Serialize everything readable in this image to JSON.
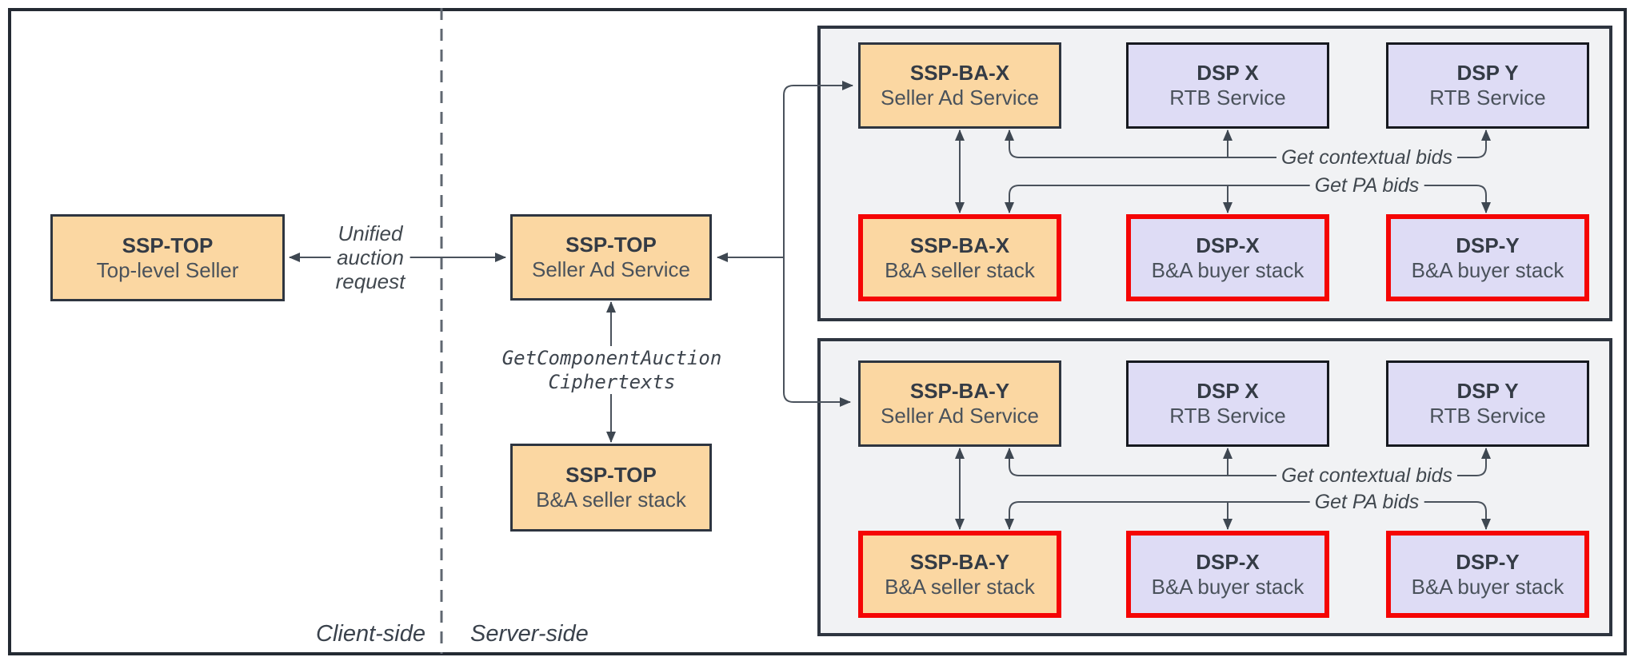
{
  "diagram": {
    "regions": {
      "client_label": "Client-side",
      "server_label": "Server-side"
    },
    "client": {
      "ssp_top_seller": {
        "title": "SSP-TOP",
        "subtitle": "Top-level Seller"
      }
    },
    "server": {
      "ssp_top_ad_service": {
        "title": "SSP-TOP",
        "subtitle": "Seller Ad Service"
      },
      "ssp_top_ba_stack": {
        "title": "SSP-TOP",
        "subtitle": "B&A seller stack"
      }
    },
    "edges": {
      "unified_auction_request": {
        "line1": "Unified",
        "line2": "auction",
        "line3": "request"
      },
      "get_component_auction": {
        "line1": "GetComponentAuction",
        "line2": "Ciphertexts"
      }
    },
    "panels": [
      {
        "id": "component-auction-x",
        "seller_ad": {
          "title": "SSP-BA-X",
          "subtitle": "Seller Ad Service"
        },
        "dsp_x_rtb": {
          "title": "DSP X",
          "subtitle": "RTB Service"
        },
        "dsp_y_rtb": {
          "title": "DSP Y",
          "subtitle": "RTB Service"
        },
        "seller_stack": {
          "title": "SSP-BA-X",
          "subtitle": "B&A seller stack"
        },
        "dsp_x_stack": {
          "title": "DSP-X",
          "subtitle": "B&A buyer stack"
        },
        "dsp_y_stack": {
          "title": "DSP-Y",
          "subtitle": "B&A buyer stack"
        },
        "contextual_label": "Get contextual bids",
        "pa_label": "Get PA bids"
      },
      {
        "id": "component-auction-y",
        "seller_ad": {
          "title": "SSP-BA-Y",
          "subtitle": "Seller Ad Service"
        },
        "dsp_x_rtb": {
          "title": "DSP X",
          "subtitle": "RTB Service"
        },
        "dsp_y_rtb": {
          "title": "DSP Y",
          "subtitle": "RTB Service"
        },
        "seller_stack": {
          "title": "SSP-BA-Y",
          "subtitle": "B&A seller stack"
        },
        "dsp_x_stack": {
          "title": "DSP-X",
          "subtitle": "B&A buyer stack"
        },
        "dsp_y_stack": {
          "title": "DSP-Y",
          "subtitle": "B&A buyer stack"
        },
        "contextual_label": "Get contextual bids",
        "pa_label": "Get PA bids"
      }
    ],
    "colors": {
      "seller_fill": "#fbd7a2",
      "dsp_fill": "#dedcf5",
      "panel_fill": "#f1f2f4",
      "tee_highlight_border": "#f50505",
      "line": "#4a525c",
      "dark_border": "#2e3540"
    }
  }
}
